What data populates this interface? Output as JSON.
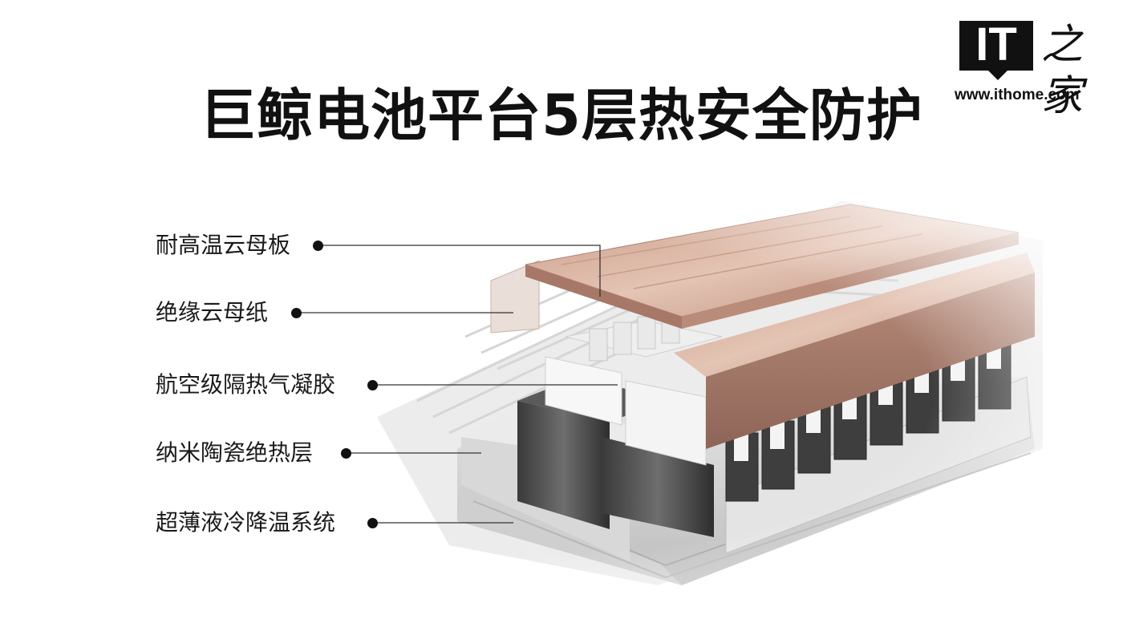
{
  "title": "巨鲸电池平台5层热安全防护",
  "logo": {
    "brand": "IT之家",
    "mark": "IT",
    "chinese": "之家",
    "url": "www.ithome.com"
  },
  "layers": [
    {
      "label": "耐高温云母板"
    },
    {
      "label": "绝缘云母纸"
    },
    {
      "label": "航空级隔热气凝胶"
    },
    {
      "label": "纳米陶瓷绝热层"
    },
    {
      "label": "超薄液冷降温系统"
    }
  ],
  "colors": {
    "mica_board": "#d2a48f",
    "mica_board_dark": "#a77868",
    "aerogel": "#f2f2f2",
    "cells": "#4a4a4a",
    "cold_plate": "#dcdcdc",
    "text": "#111111"
  }
}
